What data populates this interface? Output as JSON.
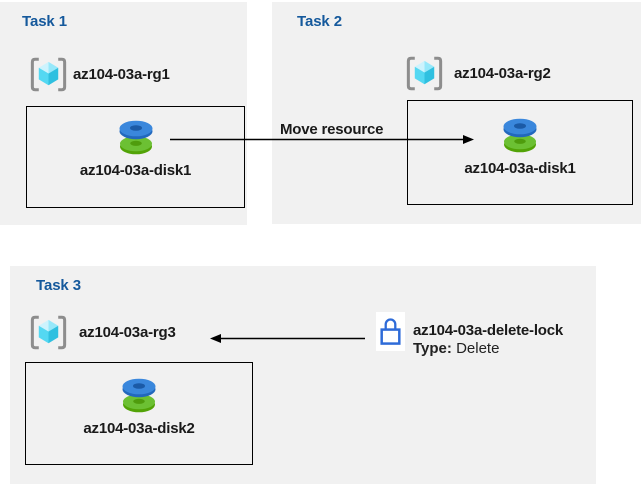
{
  "tasks": [
    {
      "title": "Task 1",
      "resource_group": "az104-03a-rg1",
      "resource": "az104-03a-disk1"
    },
    {
      "title": "Task 2",
      "resource_group": "az104-03a-rg2",
      "resource": "az104-03a-disk1"
    },
    {
      "title": "Task 3",
      "resource_group": "az104-03a-rg3",
      "resource": "az104-03a-disk2"
    }
  ],
  "move_arrow": {
    "label": "Move resource",
    "direction": "right"
  },
  "lock": {
    "name": "az104-03a-delete-lock",
    "type_label": "Type:",
    "type_value": "Delete",
    "arrow_direction": "left"
  },
  "icons": {
    "resource_group": "resource-group-icon",
    "disk": "disk-icon",
    "lock": "lock-icon"
  },
  "colors": {
    "panel_bg": "#f1f1f1",
    "title_blue": "#15599c",
    "ink": "#1a1a1a",
    "line": "#000000",
    "bracket_gray": "#8d8d8d",
    "cube_light": "#cdf3fd",
    "cube_mid": "#96e8fa",
    "cube_face": "#54d8f2",
    "cube_dark": "#2fc0e0",
    "disk_blue_top": "#3a87dc",
    "disk_blue_side": "#2268bd",
    "disk_blue_hole": "#1b5aa6",
    "disk_green_top": "#6cc033",
    "disk_green_side": "#52a307",
    "disk_green_hole": "#4f9c0d",
    "lock_blue": "#2e6bd8",
    "tile_white": "#ffffff"
  }
}
